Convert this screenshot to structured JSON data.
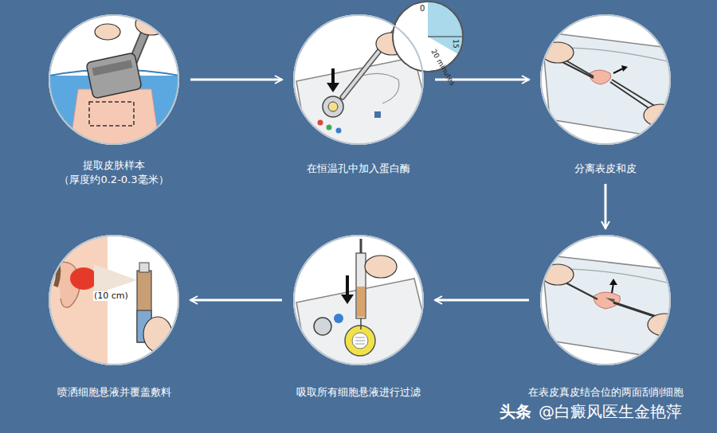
{
  "diagram": {
    "nodes": [
      {
        "text": [
          "提取皮肤样本",
          "（厚度约0.2-0.3毫米）"
        ]
      },
      {
        "text": [
          "在恒温孔中加入蛋白酶"
        ]
      },
      {
        "text": [
          "分离表皮和皮"
        ]
      },
      {
        "text": [
          "在表皮真皮结合位的两面刮削细胞"
        ]
      },
      {
        "text": [
          "吸取所有细胞悬液进行过滤"
        ]
      },
      {
        "text": [
          "喷洒细胞悬液并覆盖敷料"
        ]
      }
    ],
    "edges": [
      {
        "from": 0,
        "to": 1,
        "arrow": "to"
      },
      {
        "from": 1,
        "to": 2,
        "arrow": "to"
      },
      {
        "from": 2,
        "to": 3,
        "arrow": "to"
      },
      {
        "from": 3,
        "to": 4,
        "arrow": "to"
      },
      {
        "from": 4,
        "to": 5,
        "arrow": "to"
      }
    ],
    "labels": [
      "0",
      "15",
      "20 minutes",
      "(10 cm)",
      "头条",
      "@白癜风医生金艳萍"
    ]
  }
}
